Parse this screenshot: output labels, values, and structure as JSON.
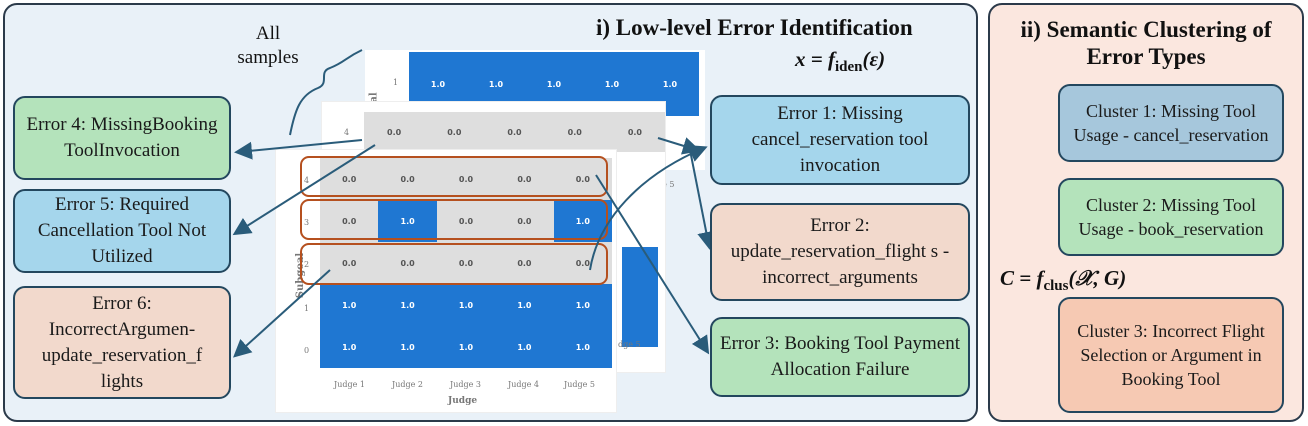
{
  "left_panel": {
    "title": "i) Low-level Error Identification",
    "formula_lhs": "x = f",
    "formula_sub": "iden",
    "formula_rhs": "(ε)",
    "all_samples": "All samples"
  },
  "right_panel": {
    "title": "ii) Semantic Clustering of Error Types",
    "formula_lhs": "C = f",
    "formula_sub": "clus",
    "formula_rhs": "(𝒳, G)"
  },
  "errors_left": [
    {
      "label": "Error 4: MissingBooking ToolInvocation"
    },
    {
      "label": "Error 5: Required Cancellation Tool Not Utilized"
    },
    {
      "label": "Error 6: IncorrectArgumen-update_reservation_f lights"
    }
  ],
  "errors_right": [
    {
      "label": "Error 1: Missing cancel_reservation tool invocation"
    },
    {
      "label": "Error 2: update_reservation_flight s -incorrect_arguments"
    },
    {
      "label": "Error 3: Booking Tool Payment Allocation Failure"
    }
  ],
  "clusters": [
    {
      "label": "Cluster 1: Missing Tool Usage - cancel_reservation"
    },
    {
      "label": "Cluster 2: Missing Tool Usage - book_reservation"
    },
    {
      "label": "Cluster 3: Incorrect Flight Selection or Argument in Booking Tool"
    }
  ],
  "heatmap": {
    "ylabel": "Subgoal",
    "xlabel": "Judge",
    "judges": [
      "Judge 1",
      "Judge 2",
      "Judge 3",
      "Judge 4",
      "Judge 5"
    ],
    "subgoals": [
      "4",
      "3",
      "2",
      "1",
      "0"
    ],
    "values": [
      [
        "0.0",
        "0.0",
        "0.0",
        "0.0",
        "0.0"
      ],
      [
        "0.0",
        "1.0",
        "0.0",
        "0.0",
        "1.0"
      ],
      [
        "0.0",
        "0.0",
        "0.0",
        "0.0",
        "0.0"
      ],
      [
        "1.0",
        "1.0",
        "1.0",
        "1.0",
        "1.0"
      ],
      [
        "1.0",
        "1.0",
        "1.0",
        "1.0",
        "1.0"
      ]
    ],
    "back_row1": [
      "1.0",
      "1.0",
      "1.0",
      "1.0",
      "1.0"
    ],
    "mid_row4": [
      "0.0",
      "0.0",
      "0.0",
      "0.0",
      "0.0"
    ],
    "back_subgoal_label": "1",
    "back_ylabel_frag": "al",
    "mid_subgoal_label": "4",
    "mid_judge_frag": "ge 5",
    "mid_judge_frag2": "dge 5",
    "colors": {
      "zero": "#dedede",
      "one": "#1f77d2"
    }
  }
}
